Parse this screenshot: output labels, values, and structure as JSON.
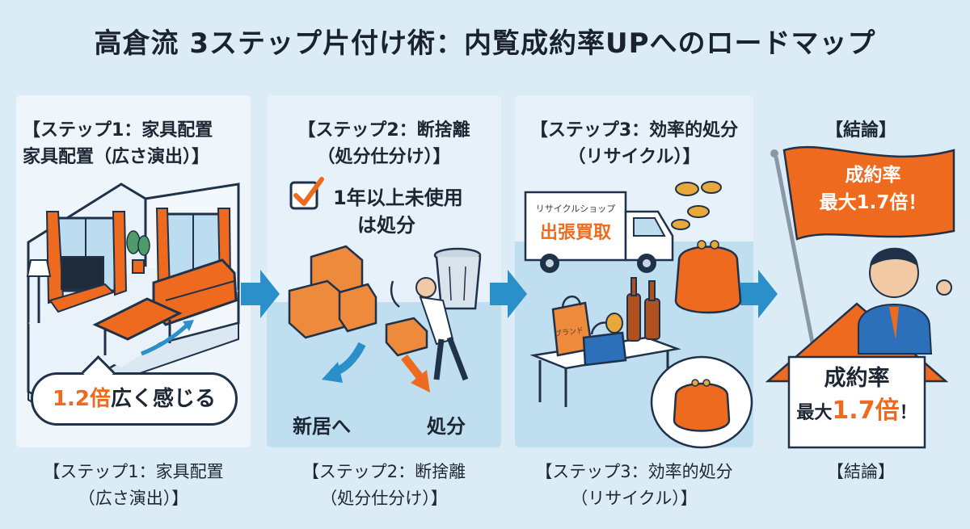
{
  "title": "高倉流 3ステップ片付け術：内覧成約率UPへのロードマップ",
  "steps": [
    {
      "header_line1": "【ステップ1：家具配置",
      "header_line2": "家具配置（広さ演出）】",
      "bubble_highlight": "1.2倍",
      "bubble_rest": "広く感じる",
      "footer_line1": "【ステップ1：家具配置",
      "footer_line2": "（広さ演出）】"
    },
    {
      "header_line1": "【ステップ2：断捨離",
      "header_line2": "（処分仕分け）】",
      "checkbox_line1": "1年以上未使用",
      "checkbox_line2": "は処分",
      "label_move": "新居へ",
      "label_dispose": "処分",
      "footer_line1": "【ステップ2：断捨離",
      "footer_line2": "（処分仕分け）】"
    },
    {
      "header_line1": "【ステップ3：効率的処分",
      "header_line2": "（リサイクル）】",
      "truck_small": "リサイクルショップ",
      "truck_big": "出張買取",
      "bag_tag": "ブランド",
      "footer_line1": "【ステップ3：効率的処分",
      "footer_line2": "（リサイクル）】"
    }
  ],
  "conclusion": {
    "header": "【結論】",
    "flag_line1": "成約率",
    "flag_line2": "最大1.7倍！",
    "house_line1": "成約率",
    "house_prefix": "最大",
    "house_highlight": "1.7倍",
    "house_suffix": "！",
    "footer": "【結論】"
  },
  "colors": {
    "accent_orange": "#ee6a1f",
    "arrow_blue": "#2b8fc9",
    "navy": "#20324a",
    "background": "#dcecf7"
  }
}
